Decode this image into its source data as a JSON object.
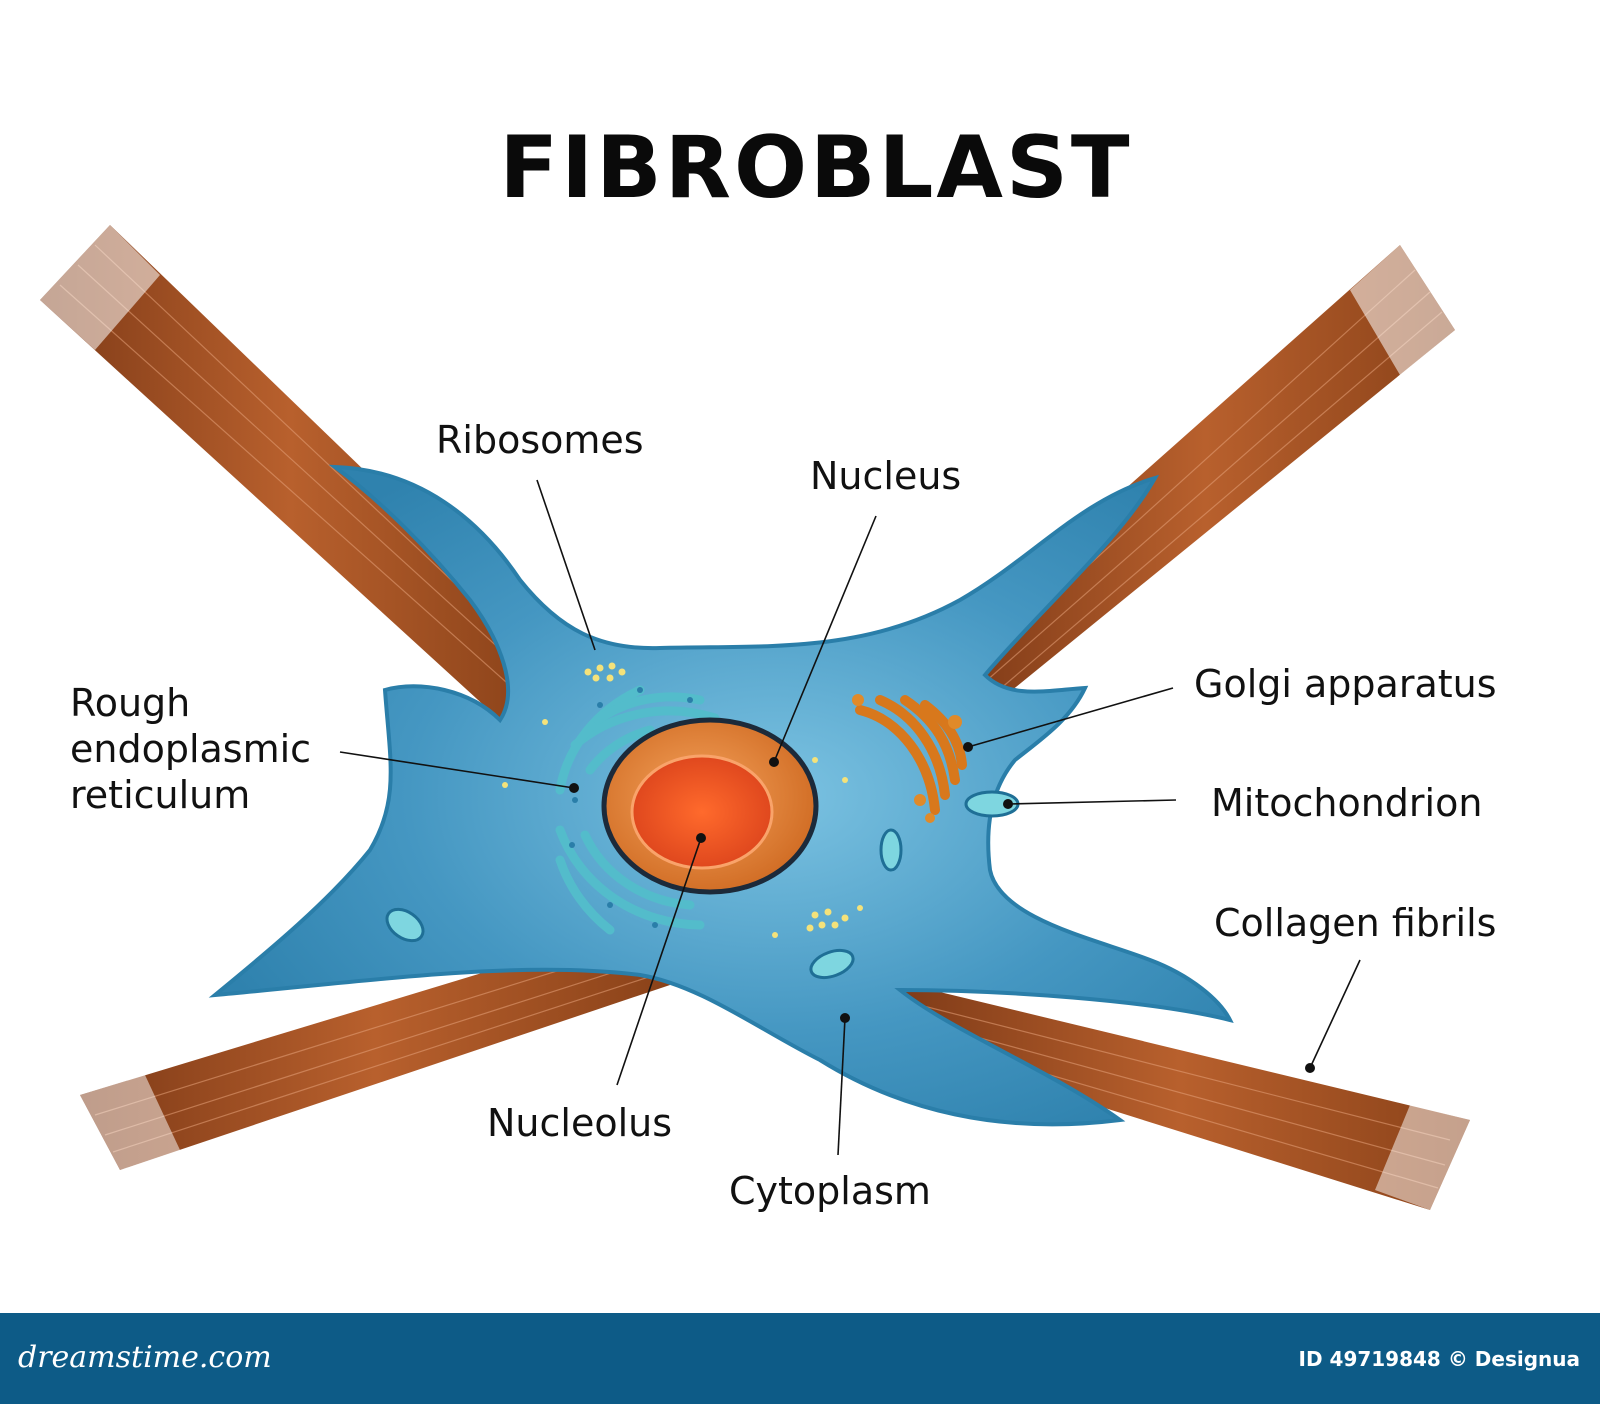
{
  "title": "FIBROBLAST",
  "labels": {
    "ribosomes": "Ribosomes",
    "nucleus": "Nucleus",
    "rough_er": "Rough endoplasmic reticulum",
    "golgi": "Golgi apparatus",
    "mitochondrion": "Mitochondrion",
    "collagen": "Collagen fibrils",
    "nucleolus": "Nucleolus",
    "cytoplasm": "Cytoplasm"
  },
  "footer": {
    "brand": "dreamstime.com",
    "credit": "ID 49719848 © Designua"
  },
  "colors": {
    "cell": "#3f93bf",
    "cell_edge": "#2a7ea9",
    "collagen": "#b0562a",
    "nucleus": "#e07f33",
    "nucleolus": "#e84d1b",
    "golgi": "#d8781c",
    "er": "#4fb8c8",
    "mito": "#7ed6e0",
    "footer": "#0d5b87"
  }
}
